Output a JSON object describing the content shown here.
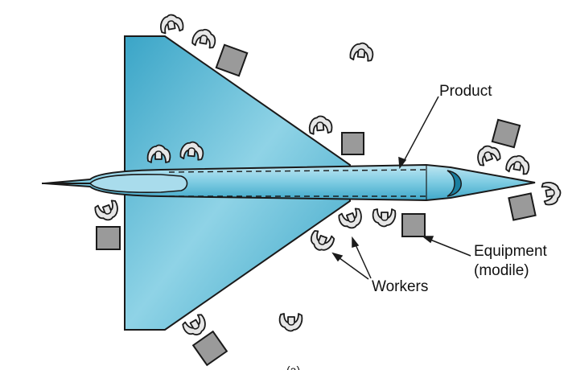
{
  "diagram": {
    "labels": {
      "product": "Product",
      "equipment_line1": "Equipment",
      "equipment_line2": "(modile)",
      "workers": "Workers",
      "caption": "(a)"
    },
    "colors": {
      "wing_fill": "#5bbbd6",
      "fuselage_fill": "#8fd0e4",
      "outline": "#1a1a1a",
      "cockpit": "#1a7fa0",
      "equipment_fill": "#9a9a9a",
      "worker_fill": "#e6e6e6"
    }
  }
}
